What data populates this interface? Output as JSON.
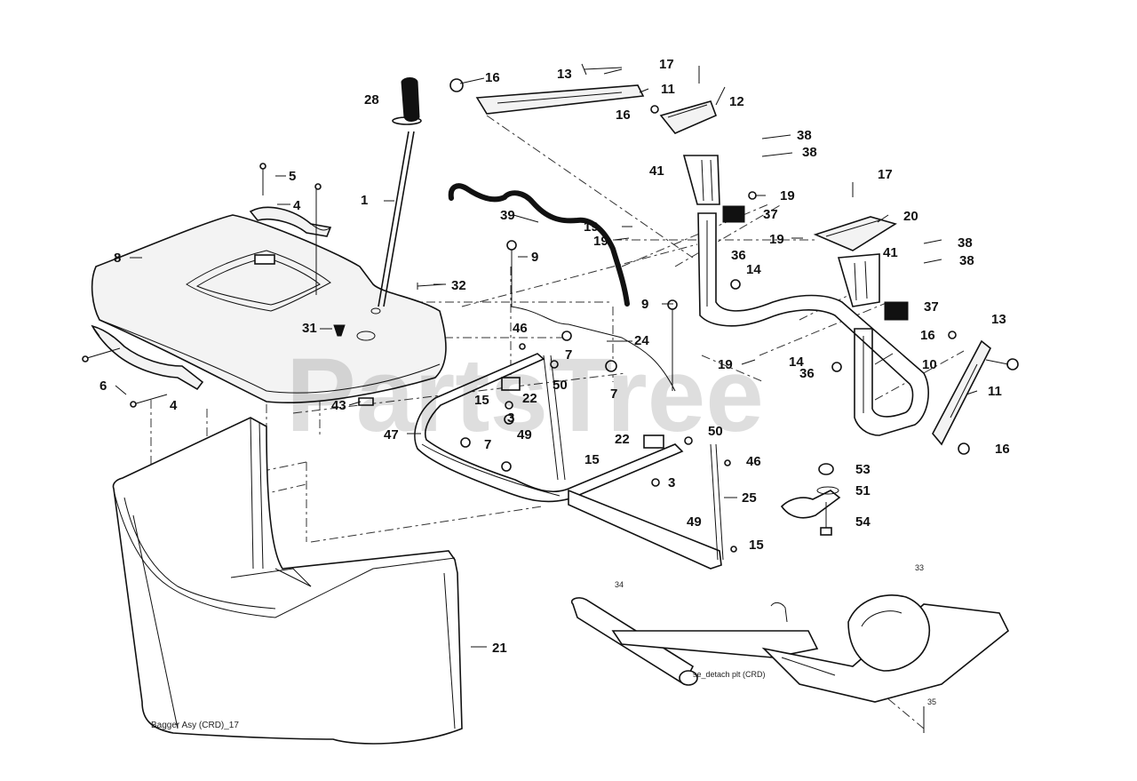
{
  "watermark": "PartsTree",
  "caption": "Bagger Asy (CRD)_17",
  "inset_caption": "se_detach plt (CRD)",
  "callouts": {
    "c1": "1",
    "c3a": "3",
    "c3b": "3",
    "c4a": "4",
    "c4b": "4",
    "c5": "5",
    "c6": "6",
    "c7a": "7",
    "c7b": "7",
    "c7c": "7",
    "c8": "8",
    "c9a": "9",
    "c9b": "9",
    "c10": "10",
    "c11a": "11",
    "c11b": "11",
    "c12": "12",
    "c13a": "13",
    "c13b": "13",
    "c14a": "14",
    "c14b": "14",
    "c15a": "15",
    "c15b": "15",
    "c15c": "15",
    "c16a": "16",
    "c16b": "16",
    "c16c": "16",
    "c16d": "16",
    "c17a": "17",
    "c17b": "17",
    "c19a": "19",
    "c19b": "19",
    "c19c": "19",
    "c19d": "19",
    "c19e": "19",
    "c20": "20",
    "c21": "21",
    "c22a": "22",
    "c22b": "22",
    "c24": "24",
    "c25": "25",
    "c28": "28",
    "c31": "31",
    "c32": "32",
    "c33": "33",
    "c34": "34",
    "c35": "35",
    "c36a": "36",
    "c36b": "36",
    "c37a": "37",
    "c37b": "37",
    "c38a": "38",
    "c38b": "38",
    "c38c": "38",
    "c38d": "38",
    "c39": "39",
    "c41a": "41",
    "c41b": "41",
    "c43": "43",
    "c46a": "46",
    "c46b": "46",
    "c47": "47",
    "c49a": "49",
    "c49b": "49",
    "c50a": "50",
    "c50b": "50",
    "c51": "51",
    "c53": "53",
    "c54": "54"
  }
}
